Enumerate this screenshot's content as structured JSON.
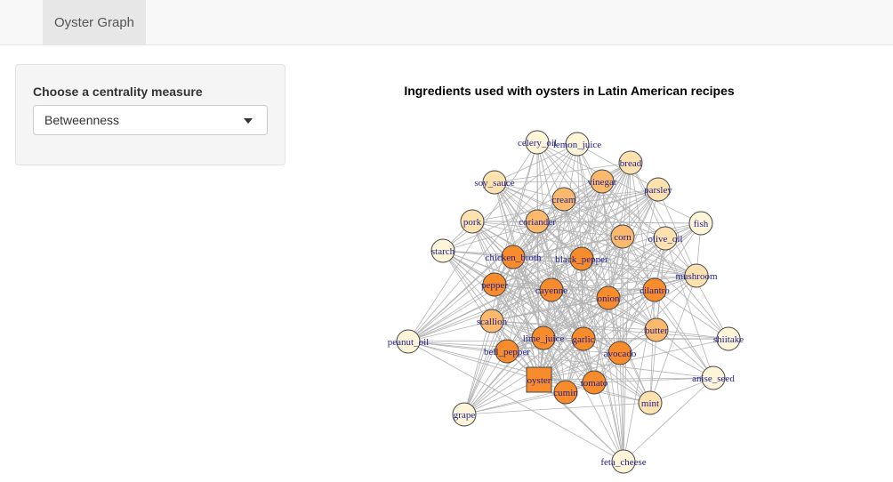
{
  "navbar": {
    "tab_label": "Oyster Graph"
  },
  "sidebar": {
    "control_label": "Choose a centrality measure",
    "select_value": "Betweenness",
    "caret_icon": "chevron-down-icon"
  },
  "graph": {
    "title": "Ingredients used with oysters in Latin American recipes",
    "colors": {
      "edge": "#b3b3b3",
      "label": "#1f1f8f",
      "node_stroke": "#444444",
      "high": "#f88b2b",
      "mid": "#fbb96d",
      "low": "#fde2b0",
      "lowest": "#fef5d9"
    },
    "nodes": [
      {
        "label": "celery_oil",
        "tier": "lowest"
      },
      {
        "label": "lemon_juice",
        "tier": "lowest"
      },
      {
        "label": "bread",
        "tier": "low"
      },
      {
        "label": "soy_sauce",
        "tier": "low"
      },
      {
        "label": "vinegar",
        "tier": "mid"
      },
      {
        "label": "parsley",
        "tier": "low"
      },
      {
        "label": "cream",
        "tier": "mid"
      },
      {
        "label": "pork",
        "tier": "low"
      },
      {
        "label": "coriander",
        "tier": "mid"
      },
      {
        "label": "fish",
        "tier": "lowest"
      },
      {
        "label": "corn",
        "tier": "mid"
      },
      {
        "label": "olive_oil",
        "tier": "low"
      },
      {
        "label": "starch",
        "tier": "lowest"
      },
      {
        "label": "chicken_broth",
        "tier": "high"
      },
      {
        "label": "black_pepper",
        "tier": "high"
      },
      {
        "label": "mushroom",
        "tier": "low"
      },
      {
        "label": "pepper",
        "tier": "high"
      },
      {
        "label": "cayenne",
        "tier": "high"
      },
      {
        "label": "onion",
        "tier": "high"
      },
      {
        "label": "cilantro",
        "tier": "high"
      },
      {
        "label": "scallion",
        "tier": "mid"
      },
      {
        "label": "butter",
        "tier": "mid"
      },
      {
        "label": "peanut_oil",
        "tier": "lowest"
      },
      {
        "label": "lime_juice",
        "tier": "high"
      },
      {
        "label": "garlic",
        "tier": "high"
      },
      {
        "label": "shiitake",
        "tier": "lowest"
      },
      {
        "label": "bell_pepper",
        "tier": "high"
      },
      {
        "label": "avocado",
        "tier": "high"
      },
      {
        "label": "anise_seed",
        "tier": "lowest"
      },
      {
        "label": "oyster",
        "tier": "high",
        "shape": "square"
      },
      {
        "label": "tomato",
        "tier": "high"
      },
      {
        "label": "cumin",
        "tier": "high"
      },
      {
        "label": "mint",
        "tier": "low"
      },
      {
        "label": "grape",
        "tier": "lowest"
      },
      {
        "label": "feta_cheese",
        "tier": "lowest"
      }
    ]
  }
}
